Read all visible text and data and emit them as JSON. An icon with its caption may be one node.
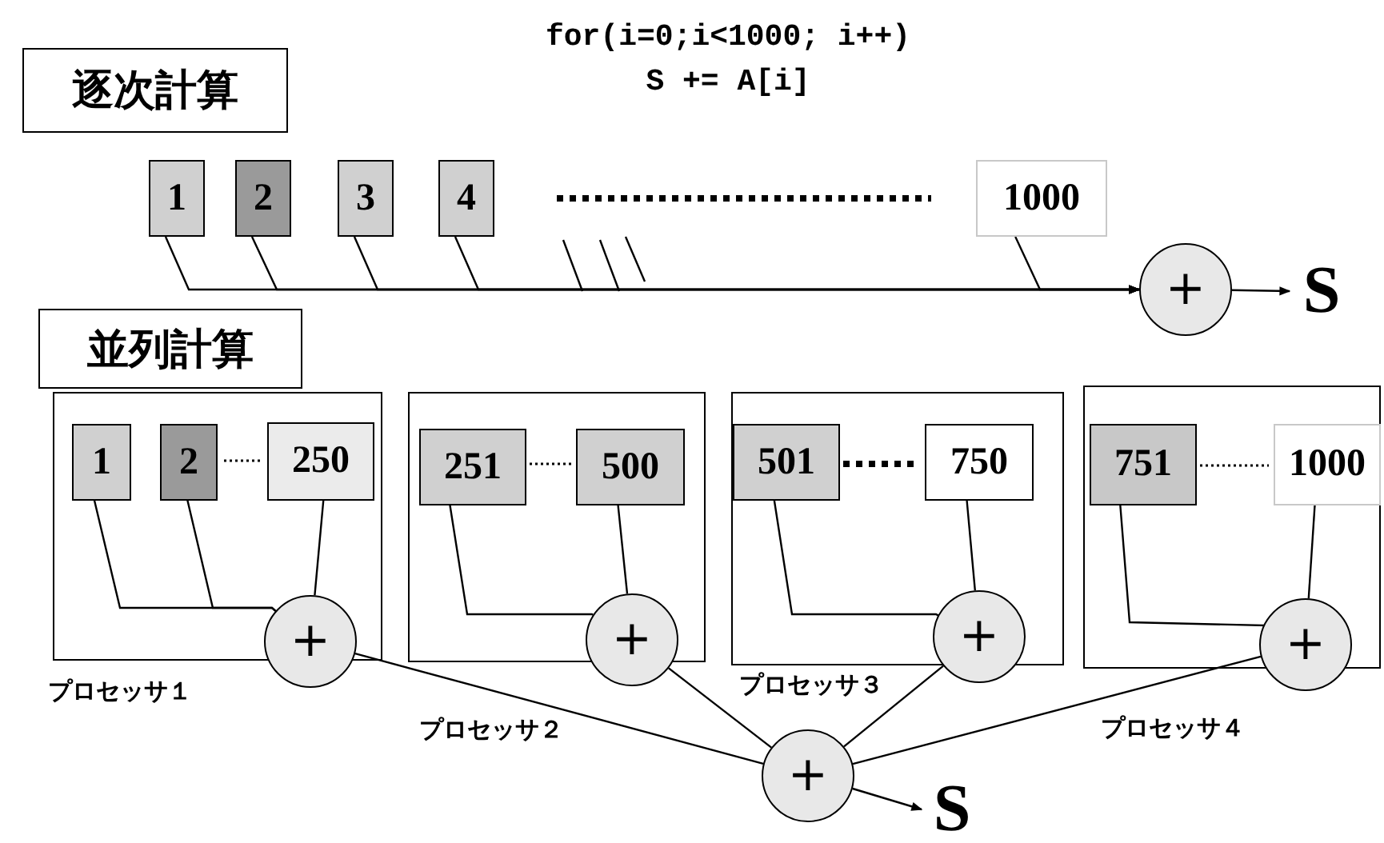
{
  "diagram": {
    "nodes": [
      {
        "text": [
          "逐次計算"
        ]
      },
      {
        "text": [
          "1"
        ]
      },
      {
        "text": [
          "2"
        ]
      },
      {
        "text": [
          "3"
        ]
      },
      {
        "text": [
          "4"
        ]
      },
      {
        "text": [
          "1000"
        ]
      },
      {
        "text": [
          "+"
        ]
      },
      {
        "text": [
          "S"
        ]
      },
      {
        "text": [
          "並列計算"
        ]
      },
      {
        "text": [],
        "shape": "box",
        "beside": [
          "プロセッサ１"
        ]
      },
      {
        "text": [
          "1"
        ],
        "in": 9
      },
      {
        "text": [
          "2"
        ],
        "in": 9
      },
      {
        "text": [
          "250"
        ],
        "in": 9
      },
      {
        "text": [
          "+"
        ]
      },
      {
        "text": [],
        "shape": "box",
        "beside": [
          "プロセッサ２"
        ]
      },
      {
        "text": [
          "251"
        ],
        "in": 14
      },
      {
        "text": [
          "500"
        ],
        "in": 14
      },
      {
        "text": [
          "+"
        ]
      },
      {
        "text": [],
        "shape": "box",
        "beside": [
          "プロセッサ３"
        ]
      },
      {
        "text": [
          "501"
        ],
        "in": 18
      },
      {
        "text": [
          "750"
        ],
        "in": 18
      },
      {
        "text": [
          "+"
        ]
      },
      {
        "text": [],
        "shape": "box",
        "beside": [
          "プロセッサ４"
        ]
      },
      {
        "text": [
          "751"
        ],
        "in": 22
      },
      {
        "text": [
          "1000"
        ],
        "in": 22
      },
      {
        "text": [
          "+"
        ]
      },
      {
        "text": [
          "+"
        ]
      },
      {
        "text": [
          "S"
        ]
      }
    ],
    "edges": [
      {
        "from": 1,
        "to": 6,
        "arrow": "to"
      },
      {
        "from": 2,
        "to": 6,
        "arrow": "to"
      },
      {
        "from": 3,
        "to": 6,
        "arrow": "to"
      },
      {
        "from": 4,
        "to": 6,
        "arrow": "to"
      },
      {
        "from": 5,
        "to": 6,
        "arrow": "to"
      },
      {
        "from": 6,
        "to": 7,
        "arrow": "to"
      },
      {
        "from": 10,
        "to": 13,
        "arrow": "none"
      },
      {
        "from": 11,
        "to": 13,
        "arrow": "none"
      },
      {
        "from": 12,
        "to": 13,
        "arrow": "none"
      },
      {
        "from": 15,
        "to": 17,
        "arrow": "none"
      },
      {
        "from": 16,
        "to": 17,
        "arrow": "none"
      },
      {
        "from": 19,
        "to": 21,
        "arrow": "none"
      },
      {
        "from": 20,
        "to": 21,
        "arrow": "none"
      },
      {
        "from": 23,
        "to": 25,
        "arrow": "none"
      },
      {
        "from": 24,
        "to": 25,
        "arrow": "none"
      },
      {
        "from": 13,
        "to": 26,
        "arrow": "none"
      },
      {
        "from": 17,
        "to": 26,
        "arrow": "none"
      },
      {
        "from": 21,
        "to": 26,
        "arrow": "none"
      },
      {
        "from": 25,
        "to": 26,
        "arrow": "none"
      },
      {
        "from": 26,
        "to": 27,
        "arrow": "to"
      }
    ],
    "labels": [
      "for(i=0;i<1000; i++)",
      "S += A[i]"
    ]
  }
}
